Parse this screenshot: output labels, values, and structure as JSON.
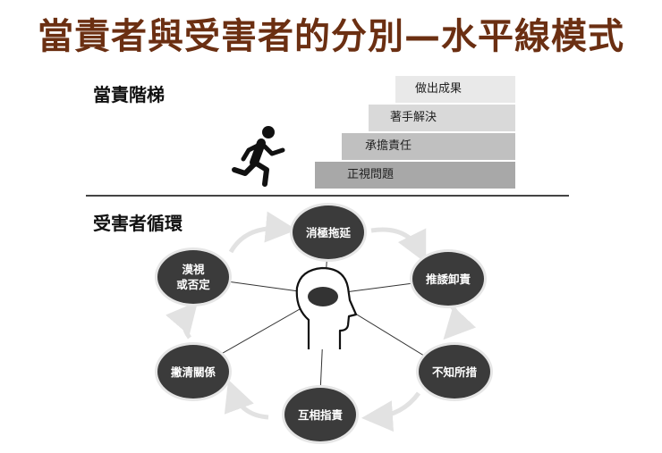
{
  "title": "當責者與受害者的分別—水平線模式",
  "accountability": {
    "label": "當責階梯",
    "steps": [
      "正視問題",
      "承擔責任",
      "著手解決",
      "做出成果"
    ]
  },
  "victim": {
    "label": "受害者循環",
    "nodes": [
      {
        "lines": [
          "消極拖延"
        ]
      },
      {
        "lines": [
          "推諉卸責"
        ]
      },
      {
        "lines": [
          "不知所措"
        ]
      },
      {
        "lines": [
          "互相指責"
        ]
      },
      {
        "lines": [
          "撇清關係"
        ]
      },
      {
        "lines": [
          "漠視",
          "或否定"
        ]
      }
    ]
  }
}
